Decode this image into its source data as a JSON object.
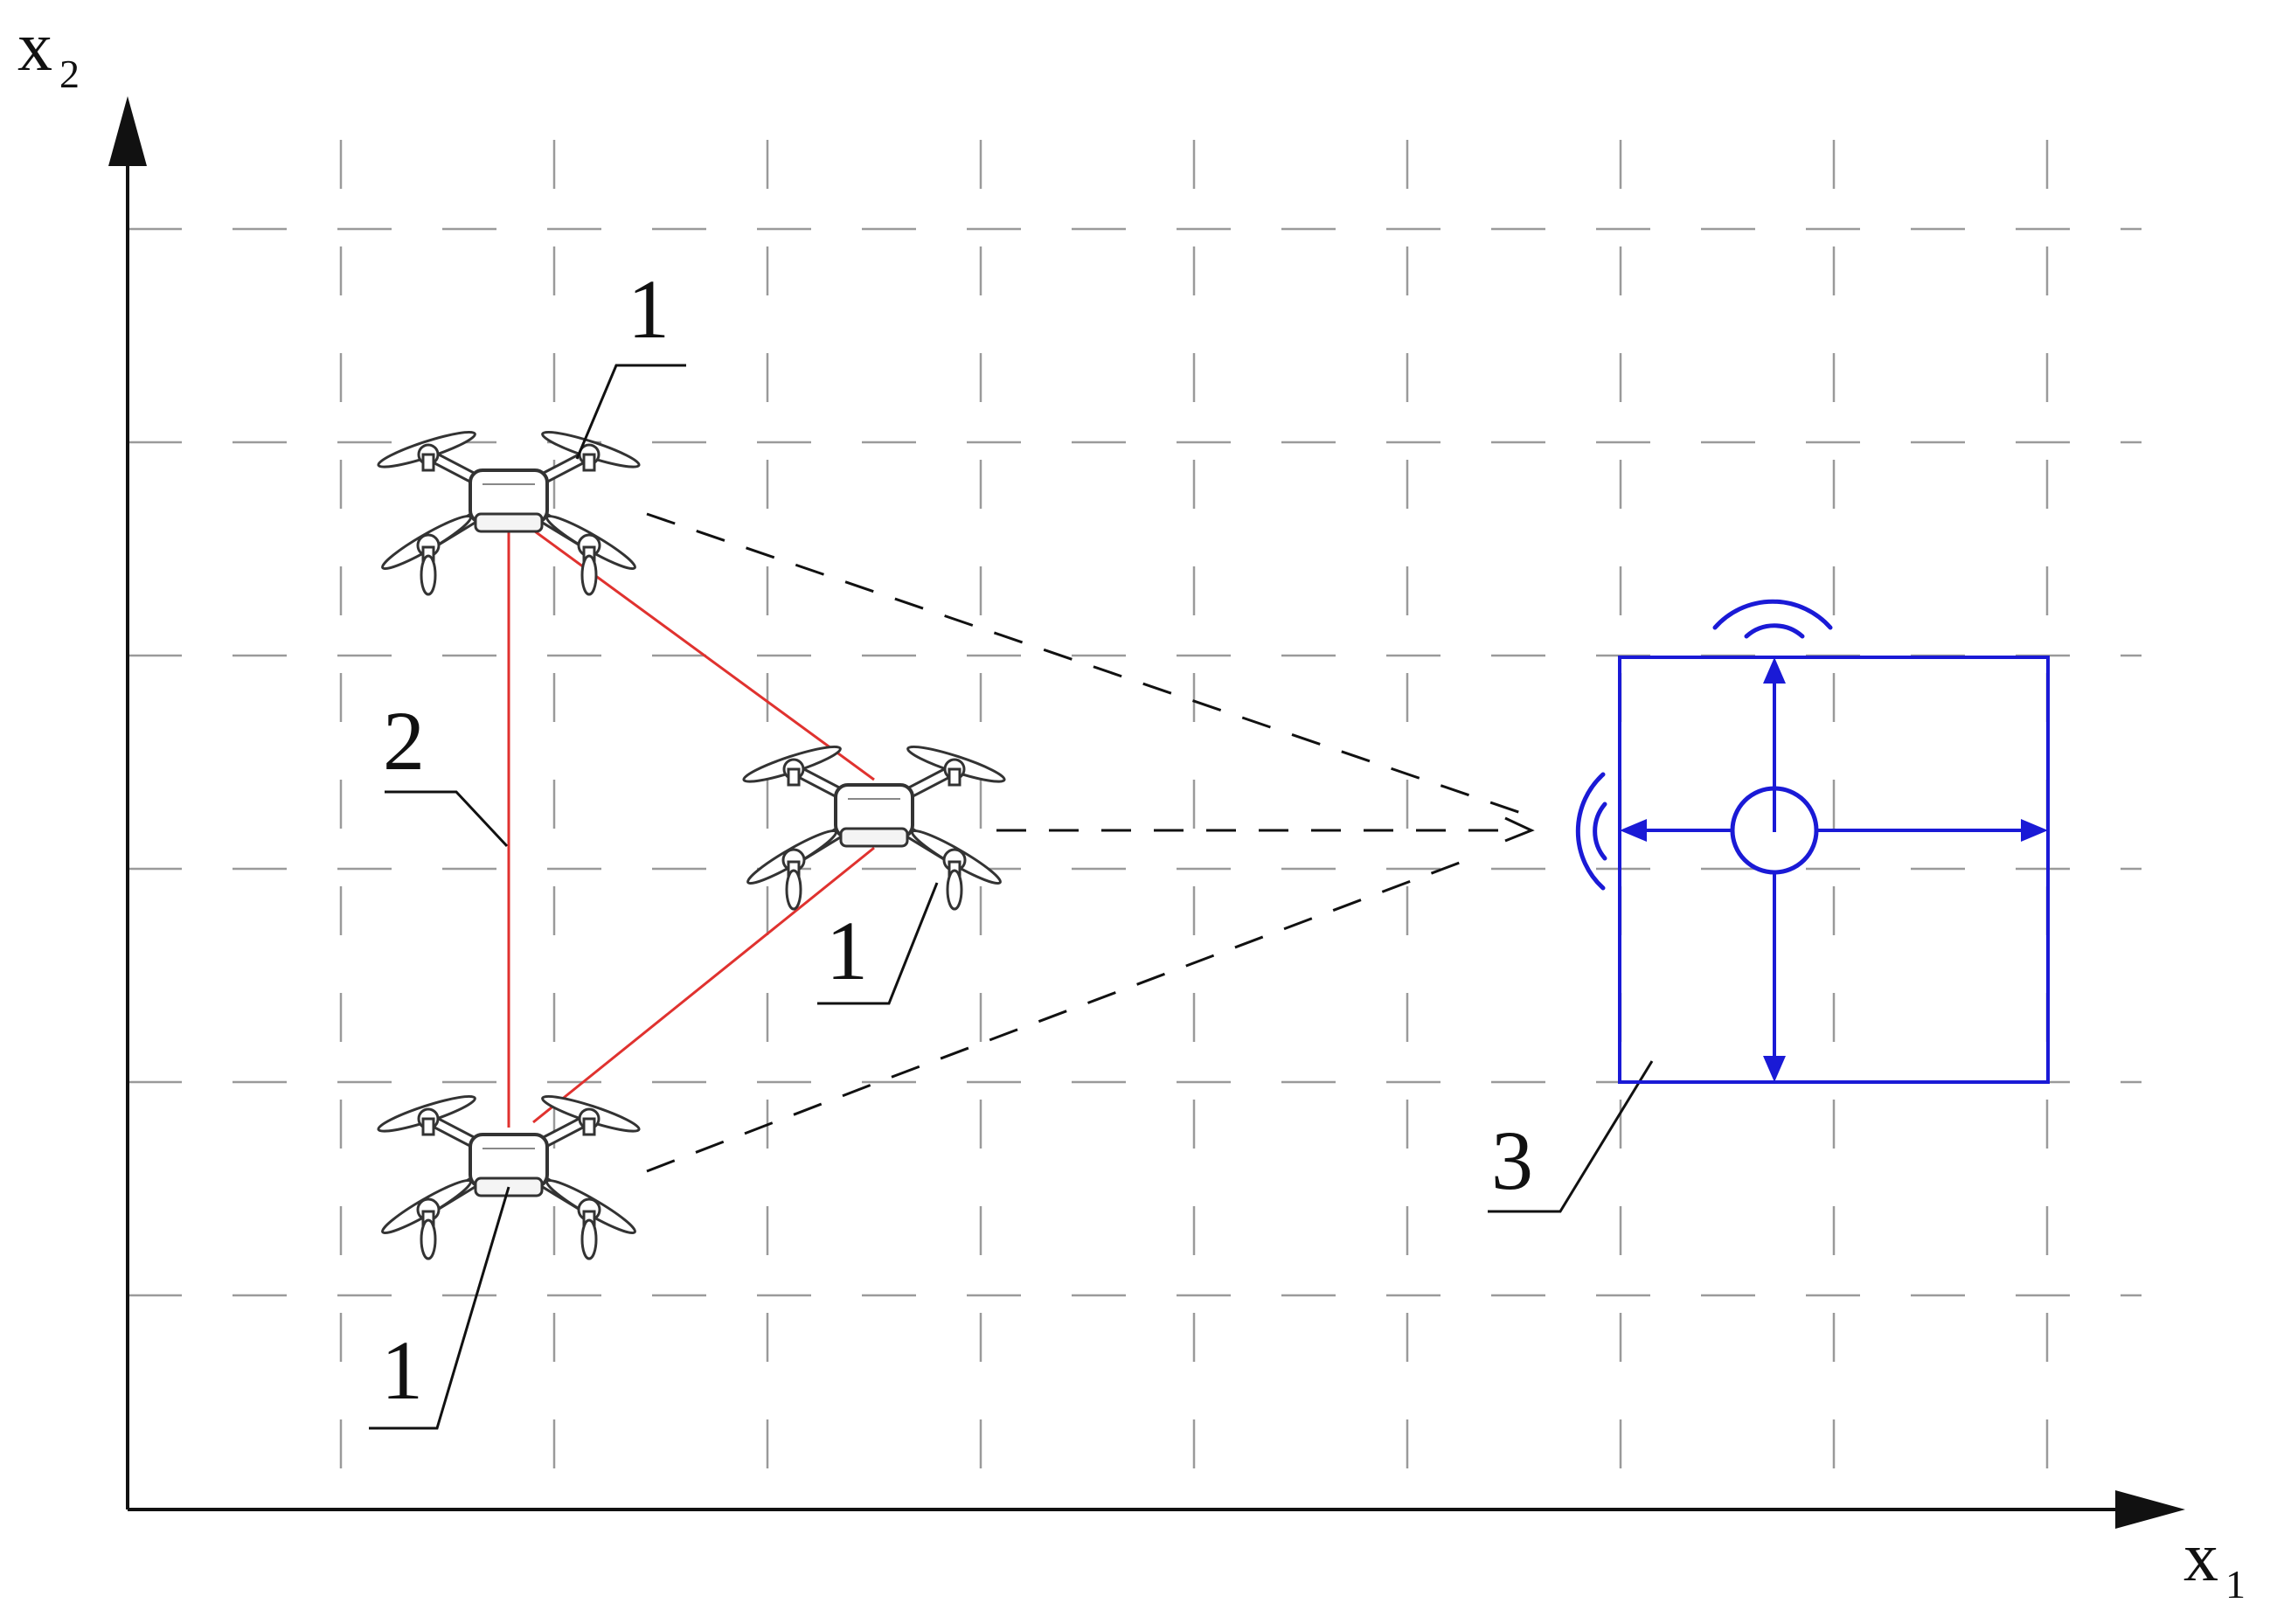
{
  "axes": {
    "x_axis": {
      "symbol": "x",
      "subscript": "1"
    },
    "y_axis": {
      "symbol": "x",
      "subscript": "2"
    }
  },
  "labels": {
    "drone_top": "1",
    "drone_middle": "1",
    "drone_bottom": "1",
    "formation_link": "2",
    "ground_station": "3"
  },
  "colors": {
    "axes": "#111111",
    "grid": "#9a9a9a",
    "formation": "#e0322f",
    "station": "#1a1ad6",
    "signal_lines": "#111111",
    "drone_body": "#ffffff",
    "drone_outline": "#333333"
  },
  "icons": {
    "drone": "quadcopter-icon",
    "station": "ground-station-icon",
    "signal": "signal-wave-icon"
  }
}
